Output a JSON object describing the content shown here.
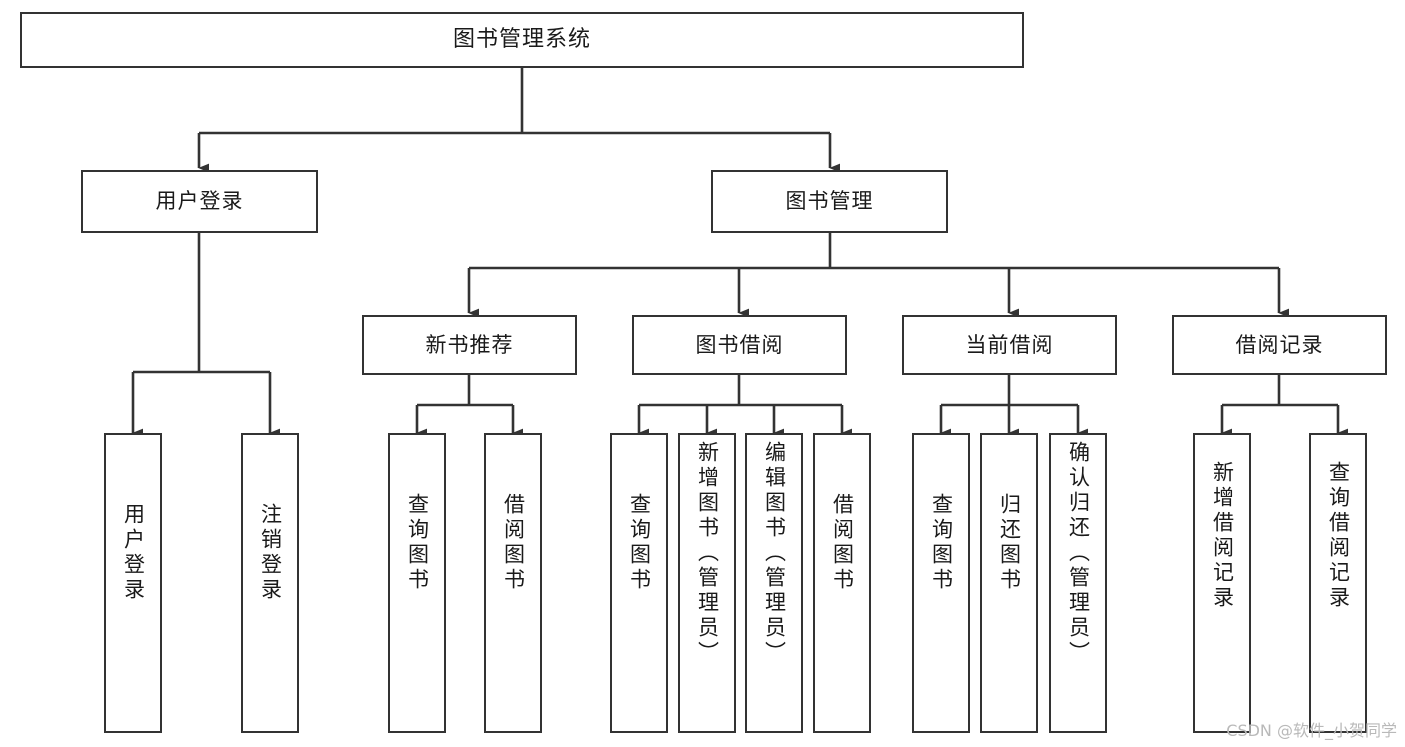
{
  "diagram": {
    "title": "图书管理系统",
    "type": "tree-hierarchy-diagram",
    "colors": {
      "box_border": "#333333",
      "box_fill": "#ffffff",
      "connector": "#333333",
      "background": "#ffffff",
      "watermark": "#b9b9b9"
    },
    "levels": {
      "root": {
        "label": "图书管理系统"
      },
      "level2": [
        {
          "label": "用户登录"
        },
        {
          "label": "图书管理"
        }
      ],
      "level3": [
        {
          "label": "新书推荐"
        },
        {
          "label": "图书借阅"
        },
        {
          "label": "当前借阅"
        },
        {
          "label": "借阅记录"
        }
      ],
      "leaves": {
        "user_login": [
          {
            "label": "用户登录"
          },
          {
            "label": "注销登录"
          }
        ],
        "new_book_recommend": [
          {
            "label": "查询图书"
          },
          {
            "label": "借阅图书"
          }
        ],
        "book_borrow": [
          {
            "label": "查询图书"
          },
          {
            "label": "新增图书（管理员）"
          },
          {
            "label": "编辑图书（管理员）"
          },
          {
            "label": "借阅图书"
          }
        ],
        "current_borrow": [
          {
            "label": "查询图书"
          },
          {
            "label": "归还图书"
          },
          {
            "label": "确认归还（管理员）"
          }
        ],
        "borrow_records": [
          {
            "label": "新增借阅记录"
          },
          {
            "label": "查询借阅记录"
          }
        ]
      }
    }
  },
  "watermark": {
    "text": "CSDN @软件_小贺同学"
  }
}
